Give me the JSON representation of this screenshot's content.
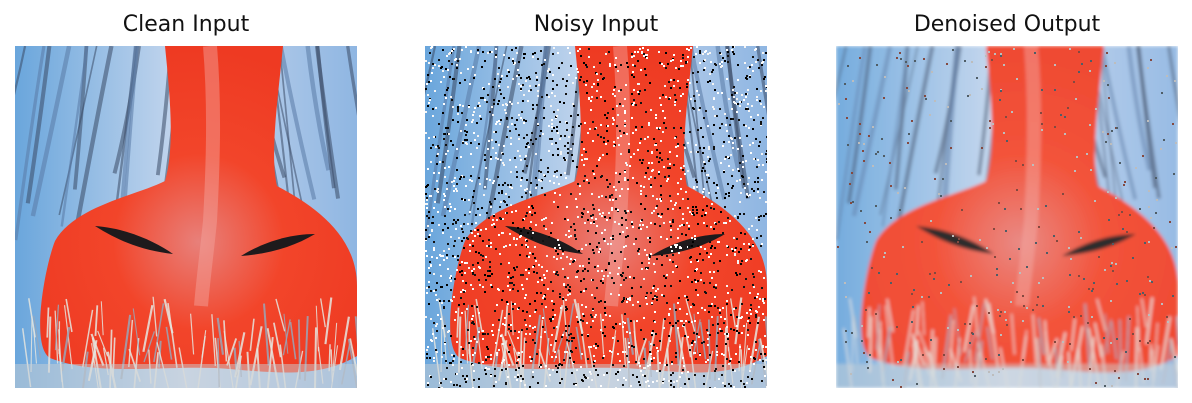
{
  "panels": [
    {
      "title": "Clean Input",
      "variant": "clean"
    },
    {
      "title": "Noisy Input",
      "variant": "noisy"
    },
    {
      "title": "Denoised Output",
      "variant": "denoised"
    }
  ],
  "colors": {
    "fur_blue": "#7fb0e0",
    "fur_light": "#c8d8ee",
    "nose_red": "#f2452a",
    "nose_pink": "#e8807a",
    "whisker": "#e6e6e0",
    "dark": "#1e1a1c"
  },
  "image_subject": "mandrill-nose-closeup"
}
